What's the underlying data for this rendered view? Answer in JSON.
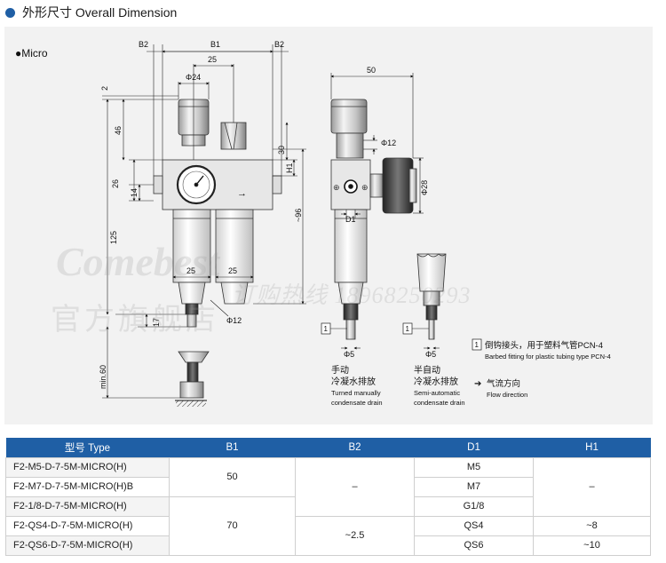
{
  "header": {
    "title": "外形尺寸 Overall Dimension"
  },
  "drawing": {
    "variant": "●Micro",
    "dims": {
      "b2": "B2",
      "b1": "B1",
      "d25": "25",
      "phi24": "Φ24",
      "d2": "2",
      "d46": "46",
      "d26": "26",
      "d14": "14",
      "d125": "125",
      "d17": "17",
      "min60": "min.60",
      "d25a": "25",
      "d25b": "25",
      "d30": "30",
      "h1": "H1",
      "d96": "~96",
      "d12a": "Φ12",
      "d50": "50",
      "d12b": "Φ12",
      "phi28": "Φ28",
      "d1": "D1",
      "phi5a": "Φ5",
      "phi5b": "Φ5",
      "tag1": "1",
      "tag2": "1",
      "tag3": "1"
    },
    "manual": {
      "cn1": "手动",
      "cn2": "冷凝水排放",
      "en1": "Turned manually",
      "en2": "condensate drain"
    },
    "semi": {
      "cn1": "半自动",
      "cn2": "冷凝水排放",
      "en1": "Semi-automatic",
      "en2": "condensate drain"
    },
    "barbed": {
      "cn": "倒钩接头，用于塑料气管PCN-4",
      "en": "Barbed fitting for plastic tubing type PCN-4"
    },
    "flow": {
      "cn": "气流方向",
      "en": "Flow direction",
      "arrow": "➔"
    }
  },
  "watermark": {
    "brand": "Comebest",
    "store": "官方旗舰店",
    "phone": "订购热线 18968250293"
  },
  "table": {
    "headers": [
      "型号 Type",
      "B1",
      "B2",
      "D1",
      "H1"
    ],
    "rows": [
      {
        "type": "F2-M5-D-7-5M-MICRO(H)",
        "d1": "M5"
      },
      {
        "type": "F2-M7-D-7-5M-MICRO(H)B",
        "d1": "M7"
      },
      {
        "type": "F2-1/8-D-7-5M-MICRO(H)",
        "d1": "G1/8"
      },
      {
        "type": "F2-QS4-D-7-5M-MICRO(H)",
        "d1": "QS4",
        "h1": "~8"
      },
      {
        "type": "F2-QS6-D-7-5M-MICRO(H)",
        "d1": "QS6",
        "h1": "~10"
      }
    ],
    "merged": {
      "b1_top": "50",
      "b1_bottom": "70",
      "b2_top": "–",
      "b2_bottom": "~2.5",
      "h1_top": "–"
    }
  }
}
